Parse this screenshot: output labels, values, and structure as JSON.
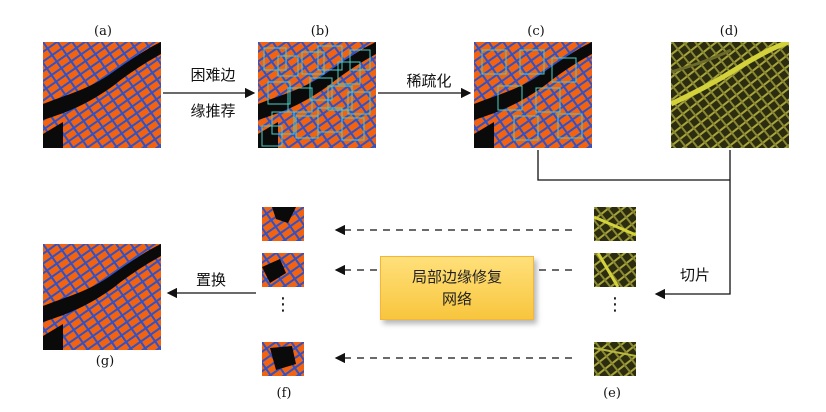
{
  "labels": {
    "a": "(a)",
    "b": "(b)",
    "c": "(c)",
    "d": "(d)",
    "e": "(e)",
    "f": "(f)",
    "g": "(g)"
  },
  "steps": {
    "hard_edge_line1": "困难边",
    "hard_edge_line2": "缘推荐",
    "sparsify": "稀疏化",
    "crop": "切片",
    "replace": "置换"
  },
  "network": {
    "line1": "局部边缘修复",
    "line2": "网络"
  },
  "ellipsis": "⋮",
  "colors": {
    "orange": "#f2620f",
    "blue": "#2f52c8",
    "black": "#0a0a0a",
    "teal": "#49d0c8",
    "note_fill": "#fbd258",
    "yellow_green": "#d3d23a"
  }
}
